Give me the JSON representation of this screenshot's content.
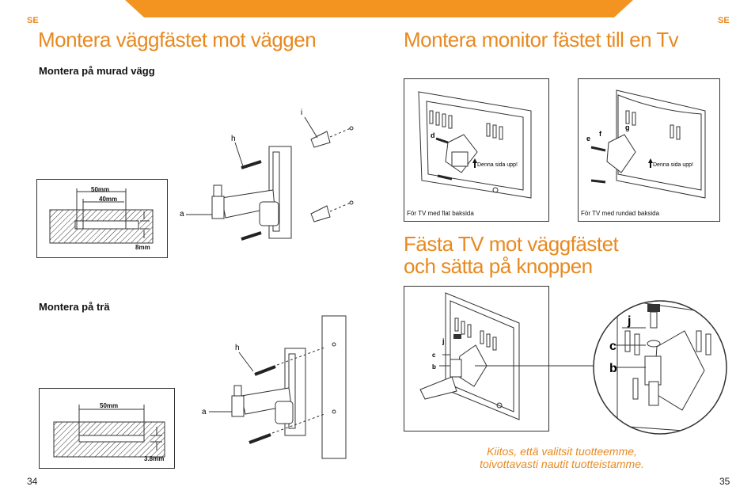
{
  "header": {
    "left_tag": "SE",
    "right_tag": "SE",
    "banner_color": "#f39320"
  },
  "left_page": {
    "title": "Montera väggfästet mot väggen",
    "section_masonry": "Montera på murad vägg",
    "section_wood": "Montera på trä",
    "masonry_dims": {
      "outer": "50mm",
      "inner": "40mm",
      "depth": "8mm"
    },
    "wood_dims": {
      "outer": "50mm",
      "depth": "3.8mm"
    },
    "labels": {
      "h": "h",
      "i": "i",
      "a": "a"
    },
    "page_number": "34"
  },
  "right_page": {
    "title1": "Montera monitor fästet till en Tv",
    "title2_line1": "Fästa TV mot väggfästet",
    "title2_line2": "och sätta på knoppen",
    "flat_caption": "För TV med flat baksida",
    "round_caption": "För TV med rundad baksida",
    "up_label": "Denna sida upp!",
    "labels": {
      "d": "d",
      "e": "e",
      "f": "f",
      "g": "g",
      "j": "j",
      "c": "c",
      "b": "b"
    },
    "thanks_line1": "Kiitos, että valitsit tuotteemme,",
    "thanks_line2": "toivottavasti nautit tuotteistamme.",
    "page_number": "35"
  }
}
